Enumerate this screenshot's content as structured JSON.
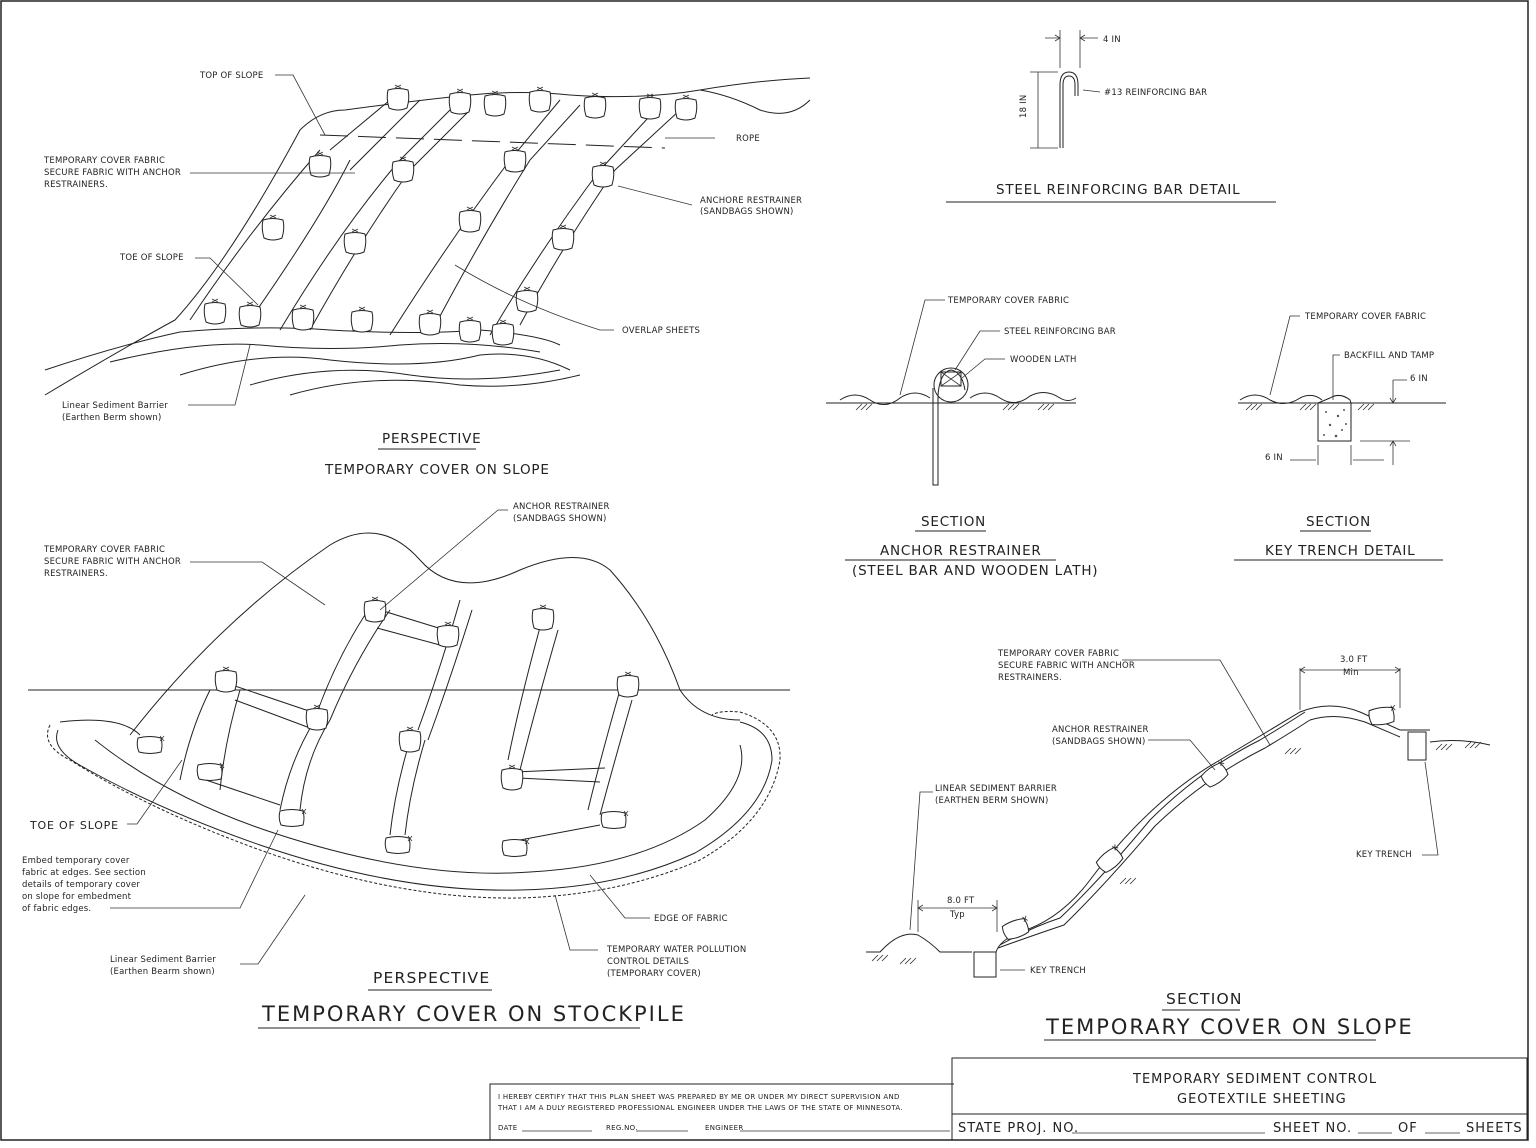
{
  "perspective_slope": {
    "labels": {
      "top_of_slope": "TOP OF SLOPE",
      "rope": "ROPE",
      "fabric_1": "TEMPORARY COVER FABRIC",
      "fabric_2": "SECURE FABRIC WITH ANCHOR",
      "fabric_3": "RESTRAINERS.",
      "anchor_1": "ANCHORE RESTRAINER",
      "anchor_2": "(SANDBAGS SHOWN)",
      "toe_of_slope": "TOE OF SLOPE",
      "overlap": "OVERLAP SHEETS",
      "barrier_1": "Linear Sediment Barrier",
      "barrier_2": "(Earthen Berm shown)"
    },
    "heading": "PERSPECTIVE",
    "title": "TEMPORARY COVER ON SLOPE"
  },
  "rebar_detail": {
    "dim_width": "4 IN",
    "dim_height": "18 IN",
    "bar_label": "#13 REINFORCING BAR",
    "title": "STEEL REINFORCING BAR DETAIL"
  },
  "anchor_section": {
    "labels": {
      "fabric": "TEMPORARY COVER FABRIC",
      "bar": "STEEL REINFORCING BAR",
      "lath": "WOODEN LATH"
    },
    "heading": "SECTION",
    "title": "ANCHOR RESTRAINER",
    "subtitle": "(STEEL BAR AND WOODEN LATH)"
  },
  "key_trench_section": {
    "labels": {
      "fabric": "TEMPORARY COVER FABRIC",
      "backfill": "BACKFILL AND TAMP",
      "depth": "6 IN",
      "width": "6 IN"
    },
    "heading": "SECTION",
    "title": "KEY TRENCH DETAIL"
  },
  "perspective_stockpile": {
    "labels": {
      "anchor_1": "ANCHOR RESTRAINER",
      "anchor_2": "(SANDBAGS SHOWN)",
      "fabric_1": "TEMPORARY COVER FABRIC",
      "fabric_2": "SECURE FABRIC WITH ANCHOR",
      "fabric_3": "RESTRAINERS.",
      "toe_of_slope": "TOE OF SLOPE",
      "embed_1": "Embed temporary cover",
      "embed_2": "fabric at edges. See section",
      "embed_3": "details of temporary cover",
      "embed_4": "on slope for embedment",
      "embed_5": "of fabric edges.",
      "edge": "EDGE OF FABRIC",
      "twp_1": "TEMPORARY WATER POLLUTION",
      "twp_2": "CONTROL DETAILS",
      "twp_3": "(TEMPORARY COVER)",
      "barrier_1": "Linear Sediment Barrier",
      "barrier_2": "(Earthen Bearm shown)"
    },
    "heading": "PERSPECTIVE",
    "title": "TEMPORARY COVER ON STOCKPILE"
  },
  "slope_section": {
    "labels": {
      "fabric_1": "TEMPORARY COVER FABRIC",
      "fabric_2": "SECURE FABRIC WITH ANCHOR",
      "fabric_3": "RESTRAINERS.",
      "dim_top": "3.0 FT",
      "dim_top_sub": "Min",
      "anchor_1": "ANCHOR RESTRAINER",
      "anchor_2": "(SANDBAGS SHOWN)",
      "barrier_1": "LINEAR SEDIMENT BARRIER",
      "barrier_2": "(EARTHEN BERM SHOWN)",
      "key_trench_right": "KEY TRENCH",
      "dim_bottom": "8.0 FT",
      "dim_bottom_sub": "Typ",
      "key_trench_left": "KEY TRENCH"
    },
    "heading": "SECTION",
    "title": "TEMPORARY COVER ON SLOPE"
  },
  "certification": {
    "line1": "I HEREBY CERTIFY THAT THIS PLAN SHEET WAS PREPARED BY ME OR UNDER MY DIRECT SUPERVISION AND",
    "line2": "THAT I AM A DULY REGISTERED PROFESSIONAL ENGINEER UNDER THE LAWS OF THE STATE OF MINNESOTA.",
    "date": "DATE",
    "reg": "REG.NO.",
    "engineer": "ENGINEER"
  },
  "title_block": {
    "line1": "TEMPORARY SEDIMENT CONTROL",
    "line2": "GEOTEXTILE SHEETING",
    "proj": "STATE PROJ. NO.",
    "sheet": "SHEET NO.",
    "of": "OF",
    "sheets": "SHEETS"
  }
}
